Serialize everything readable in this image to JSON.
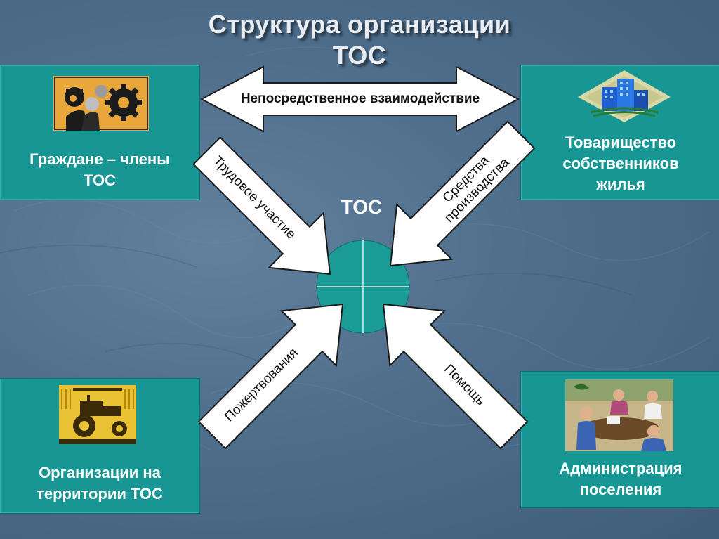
{
  "title": {
    "line1": "Структура организации",
    "line2": "ТОС"
  },
  "center": {
    "label": "ТОС"
  },
  "boxes": {
    "citizens": {
      "line1": "Граждане – члены",
      "line2": "ТОС",
      "icon": "workers-gears-icon"
    },
    "homeowners": {
      "line1": "Товарищество",
      "line2": "собственников",
      "line3": "жилья",
      "icon": "buildings-icon"
    },
    "organizations": {
      "line1": "Организации на",
      "line2": "территории ТОС",
      "icon": "tractor-icon"
    },
    "administration": {
      "line1": "Администрация",
      "line2": "поселения",
      "icon": "meeting-people-icon"
    }
  },
  "arrows": {
    "direct": "Непосредственное взаимодействие",
    "labor": "Трудовое участие",
    "means_line1": "Средства",
    "means_line2": "производства",
    "donations": "Пожертвования",
    "help": "Помощь"
  },
  "colors": {
    "background": "#4e6e8c",
    "box": "#179694",
    "arrow": "#ffffff",
    "arrow_outline": "#1a1a1a",
    "title": "#e9edf1"
  }
}
